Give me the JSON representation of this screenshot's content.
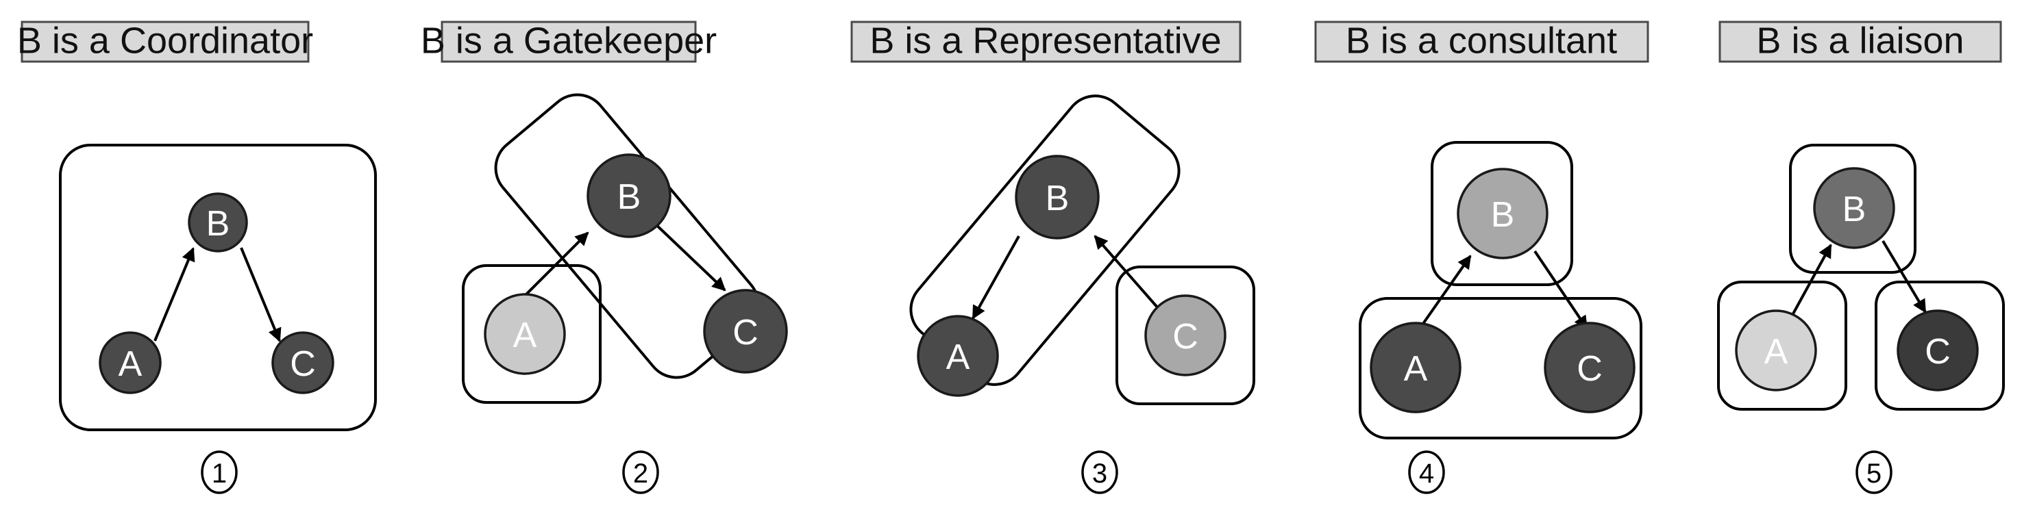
{
  "figure": {
    "title": "Gould-Fernandez brokerage role typology",
    "background_color": "#ffffff",
    "header_fill": "#d9d9d9",
    "header_stroke": "#4a4a4a",
    "group_stroke": "#000000",
    "edge_color": "#000000",
    "node_label_color": "#ffffff",
    "node_stroke": "#1a1a1a"
  },
  "legend_shades": {
    "dark": "#4a4a4a",
    "darker": "#3a3a3a",
    "mid": "#6e6e6e",
    "light_mid": "#a8a8a8",
    "light": "#c9c9c9",
    "lightest": "#d4d4d4"
  },
  "panels": [
    {
      "id": "panel-1",
      "header": "B is a Coordinator",
      "number": "1",
      "nodes": [
        {
          "id": "A",
          "label": "A",
          "color": "#4a4a4a",
          "group": "g1"
        },
        {
          "id": "B",
          "label": "B",
          "color": "#4a4a4a",
          "group": "g1"
        },
        {
          "id": "C",
          "label": "C",
          "color": "#4a4a4a",
          "group": "g1"
        }
      ],
      "groups": [
        {
          "id": "g1",
          "members": [
            "A",
            "B",
            "C"
          ],
          "rotation": 0
        }
      ],
      "edges": [
        {
          "from": "A",
          "to": "B",
          "directed": true
        },
        {
          "from": "B",
          "to": "C",
          "directed": true
        }
      ]
    },
    {
      "id": "panel-2",
      "header": "B is a Gatekeeper",
      "number": "2",
      "nodes": [
        {
          "id": "A",
          "label": "A",
          "color": "#c9c9c9",
          "group": "g1"
        },
        {
          "id": "B",
          "label": "B",
          "color": "#4a4a4a",
          "group": "g2"
        },
        {
          "id": "C",
          "label": "C",
          "color": "#4a4a4a",
          "group": "g2"
        }
      ],
      "groups": [
        {
          "id": "g1",
          "members": [
            "A"
          ],
          "rotation": 0
        },
        {
          "id": "g2",
          "members": [
            "B",
            "C"
          ],
          "rotation": 43
        }
      ],
      "edges": [
        {
          "from": "A",
          "to": "B",
          "directed": true
        },
        {
          "from": "B",
          "to": "C",
          "directed": true
        }
      ]
    },
    {
      "id": "panel-3",
      "header": "B is a Representative",
      "number": "3",
      "nodes": [
        {
          "id": "A",
          "label": "A",
          "color": "#4a4a4a",
          "group": "g1"
        },
        {
          "id": "B",
          "label": "B",
          "color": "#4a4a4a",
          "group": "g1"
        },
        {
          "id": "C",
          "label": "C",
          "color": "#a8a8a8",
          "group": "g2"
        }
      ],
      "groups": [
        {
          "id": "g1",
          "members": [
            "A",
            "B"
          ],
          "rotation": -40
        },
        {
          "id": "g2",
          "members": [
            "C"
          ],
          "rotation": 0
        }
      ],
      "edges": [
        {
          "from": "B",
          "to": "A",
          "directed": true
        },
        {
          "from": "C",
          "to": "B",
          "directed": true
        }
      ]
    },
    {
      "id": "panel-4",
      "header": "B is a consultant",
      "number": "4",
      "nodes": [
        {
          "id": "A",
          "label": "A",
          "color": "#4a4a4a",
          "group": "g2"
        },
        {
          "id": "B",
          "label": "B",
          "color": "#a8a8a8",
          "group": "g1"
        },
        {
          "id": "C",
          "label": "C",
          "color": "#4a4a4a",
          "group": "g2"
        }
      ],
      "groups": [
        {
          "id": "g1",
          "members": [
            "B"
          ],
          "rotation": 0
        },
        {
          "id": "g2",
          "members": [
            "A",
            "C"
          ],
          "rotation": 0
        }
      ],
      "edges": [
        {
          "from": "A",
          "to": "B",
          "directed": true
        },
        {
          "from": "B",
          "to": "C",
          "directed": true
        }
      ]
    },
    {
      "id": "panel-5",
      "header": "B is a liaison",
      "number": "5",
      "nodes": [
        {
          "id": "A",
          "label": "A",
          "color": "#d4d4d4",
          "group": "g2"
        },
        {
          "id": "B",
          "label": "B",
          "color": "#6e6e6e",
          "group": "g1"
        },
        {
          "id": "C",
          "label": "C",
          "color": "#3a3a3a",
          "group": "g3"
        }
      ],
      "groups": [
        {
          "id": "g1",
          "members": [
            "B"
          ],
          "rotation": 0
        },
        {
          "id": "g2",
          "members": [
            "A"
          ],
          "rotation": 0
        },
        {
          "id": "g3",
          "members": [
            "C"
          ],
          "rotation": 0
        }
      ],
      "edges": [
        {
          "from": "A",
          "to": "B",
          "directed": true
        },
        {
          "from": "B",
          "to": "C",
          "directed": true
        }
      ]
    }
  ]
}
